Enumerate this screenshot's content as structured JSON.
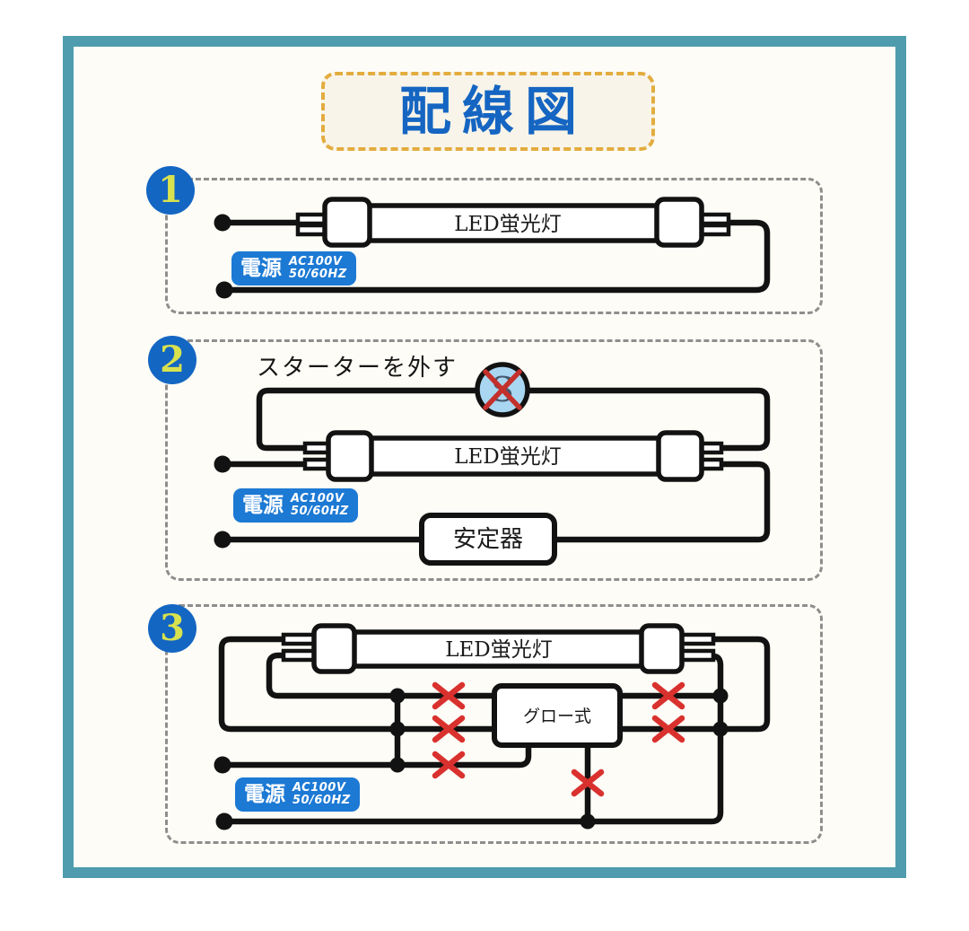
{
  "page": {
    "title": "配線図"
  },
  "colors": {
    "frame_teal": "#4E9CAE",
    "title_blue": "#1565C2",
    "title_dash_amber": "#E3AC3F",
    "circle_blue": "#1466C3",
    "number_yellow": "#D8E24F",
    "badge_blue": "#1C79D4",
    "wire_black": "#121212",
    "cross_red": "#D9312E",
    "starter_fill": "#A9D6F1",
    "section_dash_gray": "#8E8E8E"
  },
  "sections": [
    {
      "number": "1",
      "tube_label": "LED蛍光灯",
      "power": {
        "label": "電源",
        "voltage": "AC100V",
        "frequency": "50/60HZ"
      }
    },
    {
      "number": "2",
      "instruction": "スターターを外す",
      "starter_letter": "S",
      "tube_label": "LED蛍光灯",
      "ballast_label": "安定器",
      "power": {
        "label": "電源",
        "voltage": "AC100V",
        "frequency": "50/60HZ"
      }
    },
    {
      "number": "3",
      "tube_label": "LED蛍光灯",
      "glow_label": "グロー式",
      "power": {
        "label": "電源",
        "voltage": "AC100V",
        "frequency": "50/60HZ"
      }
    }
  ]
}
